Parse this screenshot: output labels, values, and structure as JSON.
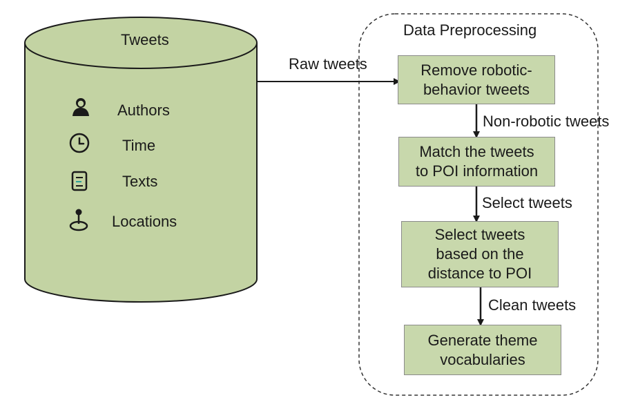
{
  "database": {
    "title": "Tweets",
    "fields": [
      {
        "label": "Authors",
        "icon": "person-icon"
      },
      {
        "label": "Time",
        "icon": "clock-icon"
      },
      {
        "label": "Texts",
        "icon": "document-icon"
      },
      {
        "label": "Locations",
        "icon": "location-pin-icon"
      }
    ]
  },
  "edges": {
    "raw": "Raw tweets",
    "non_robotic": "Non-robotic tweets",
    "select": "Select tweets",
    "clean": "Clean tweets"
  },
  "preprocessing": {
    "title": "Data Preprocessing",
    "steps": [
      "Remove robotic-\nbehavior tweets",
      "Match the tweets\nto POI information",
      "Select tweets\nbased on the\ndistance to POI",
      "Generate theme\nvocabularies"
    ]
  },
  "colors": {
    "fill": "#c8d8ac",
    "stroke": "#1a1a1a"
  }
}
